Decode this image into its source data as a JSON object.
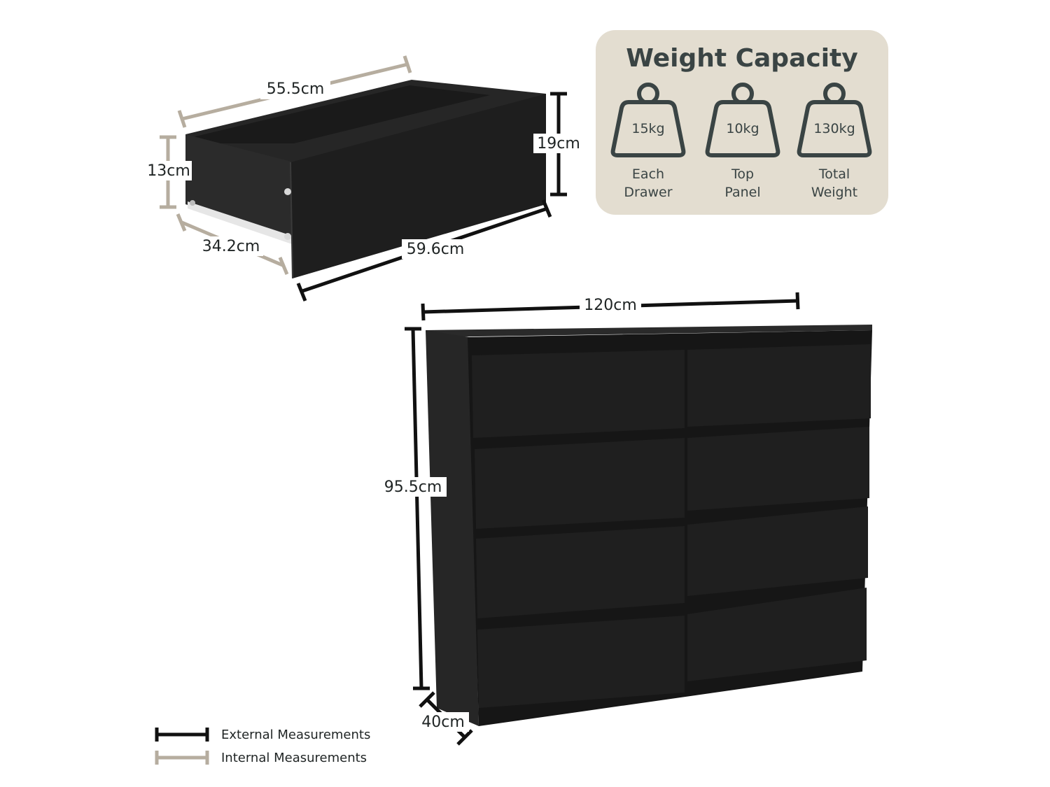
{
  "colors": {
    "external_line": "#111111",
    "internal_line": "#b6ad9f",
    "panel_bg": "#e3ddd0",
    "panel_text": "#3a4444",
    "furniture": "#1d1d1d"
  },
  "drawer": {
    "internal_width": "55.5cm",
    "internal_height": "13cm",
    "internal_depth": "34.2cm",
    "front_height": "19cm",
    "front_width": "59.6cm"
  },
  "chest": {
    "width": "120cm",
    "height": "95.5cm",
    "depth": "40cm"
  },
  "weight_panel": {
    "title": "Weight Capacity",
    "items": [
      {
        "value": "15kg",
        "caption_line1": "Each",
        "caption_line2": "Drawer",
        "icon": "weight-icon"
      },
      {
        "value": "10kg",
        "caption_line1": "Top",
        "caption_line2": "Panel",
        "icon": "weight-icon"
      },
      {
        "value": "130kg",
        "caption_line1": "Total",
        "caption_line2": "Weight",
        "icon": "weight-icon"
      }
    ]
  },
  "legend": {
    "external": "External Measurements",
    "internal": "Internal Measurements"
  }
}
